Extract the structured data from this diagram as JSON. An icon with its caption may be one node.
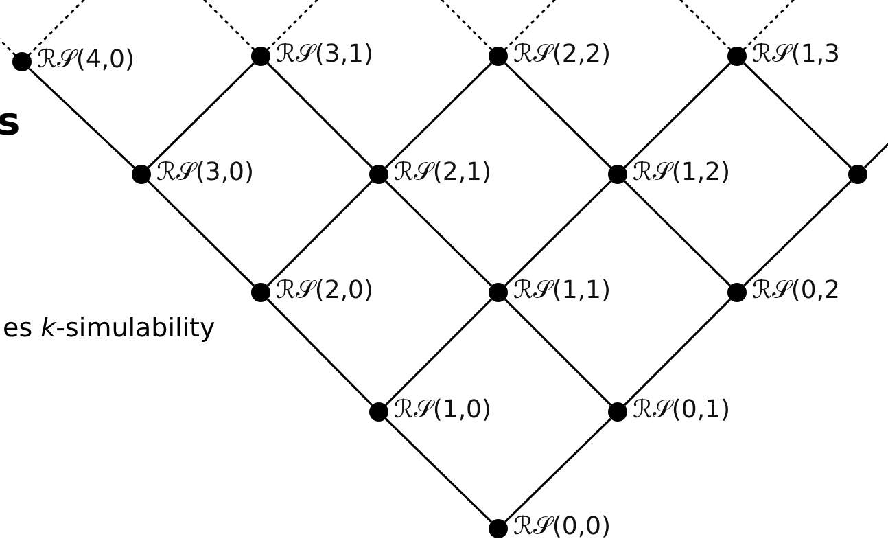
{
  "diagram": {
    "nodes": [
      {
        "text": [
          "ℛ𝒮(4,0)"
        ]
      },
      {
        "text": [
          "ℛ𝒮(3,1)"
        ]
      },
      {
        "text": [
          "ℛ𝒮(2,2)"
        ]
      },
      {
        "text": [
          "ℛ𝒮(1,3"
        ]
      },
      {
        "text": [
          "ℛ𝒮(3,0)"
        ]
      },
      {
        "text": [
          "ℛ𝒮(2,1)"
        ]
      },
      {
        "text": [
          "ℛ𝒮(1,2)"
        ]
      },
      {
        "text": [],
        "shape": "circle"
      },
      {
        "text": [
          "ℛ𝒮(2,0)"
        ]
      },
      {
        "text": [
          "ℛ𝒮(1,1)"
        ]
      },
      {
        "text": [
          "ℛ𝒮(0,2"
        ]
      },
      {
        "text": [
          "ℛ𝒮(1,0)"
        ]
      },
      {
        "text": [
          "ℛ𝒮(0,1)"
        ]
      },
      {
        "text": [
          "ℛ𝒮(0,0)"
        ]
      }
    ],
    "edges": [
      {
        "from": 0,
        "to": 4,
        "arrow": "none"
      },
      {
        "from": 1,
        "to": 4,
        "arrow": "none"
      },
      {
        "from": 1,
        "to": 5,
        "arrow": "none"
      },
      {
        "from": 2,
        "to": 5,
        "arrow": "none"
      },
      {
        "from": 2,
        "to": 6,
        "arrow": "none"
      },
      {
        "from": 3,
        "to": 6,
        "arrow": "none"
      },
      {
        "from": 3,
        "to": 7,
        "arrow": "none"
      },
      {
        "from": 4,
        "to": 8,
        "arrow": "none"
      },
      {
        "from": 5,
        "to": 8,
        "arrow": "none"
      },
      {
        "from": 5,
        "to": 9,
        "arrow": "none"
      },
      {
        "from": 6,
        "to": 9,
        "arrow": "none"
      },
      {
        "from": 6,
        "to": 10,
        "arrow": "none"
      },
      {
        "from": 7,
        "to": 10,
        "arrow": "none"
      },
      {
        "from": 8,
        "to": 11,
        "arrow": "none"
      },
      {
        "from": 9,
        "to": 11,
        "arrow": "none"
      },
      {
        "from": 9,
        "to": 12,
        "arrow": "none"
      },
      {
        "from": 10,
        "to": 12,
        "arrow": "none"
      },
      {
        "from": 11,
        "to": 13,
        "arrow": "none"
      },
      {
        "from": 12,
        "to": 13,
        "arrow": "none"
      },
      {
        "from": 7,
        "to": null,
        "arrow": "none"
      },
      {
        "from": 0,
        "to": null,
        "arrow": "none",
        "style": "dashed"
      },
      {
        "from": 0,
        "to": null,
        "arrow": "none",
        "style": "dashed"
      },
      {
        "from": 1,
        "to": null,
        "arrow": "none",
        "style": "dashed"
      },
      {
        "from": 1,
        "to": null,
        "arrow": "none",
        "style": "dashed"
      },
      {
        "from": 2,
        "to": null,
        "arrow": "none",
        "style": "dashed"
      },
      {
        "from": 2,
        "to": null,
        "arrow": "none",
        "style": "dashed"
      },
      {
        "from": 3,
        "to": null,
        "arrow": "none",
        "style": "dashed"
      },
      {
        "from": 3,
        "to": null,
        "arrow": "none",
        "style": "dashed"
      }
    ],
    "labels": [
      "s",
      "es *k*-simulability"
    ]
  }
}
